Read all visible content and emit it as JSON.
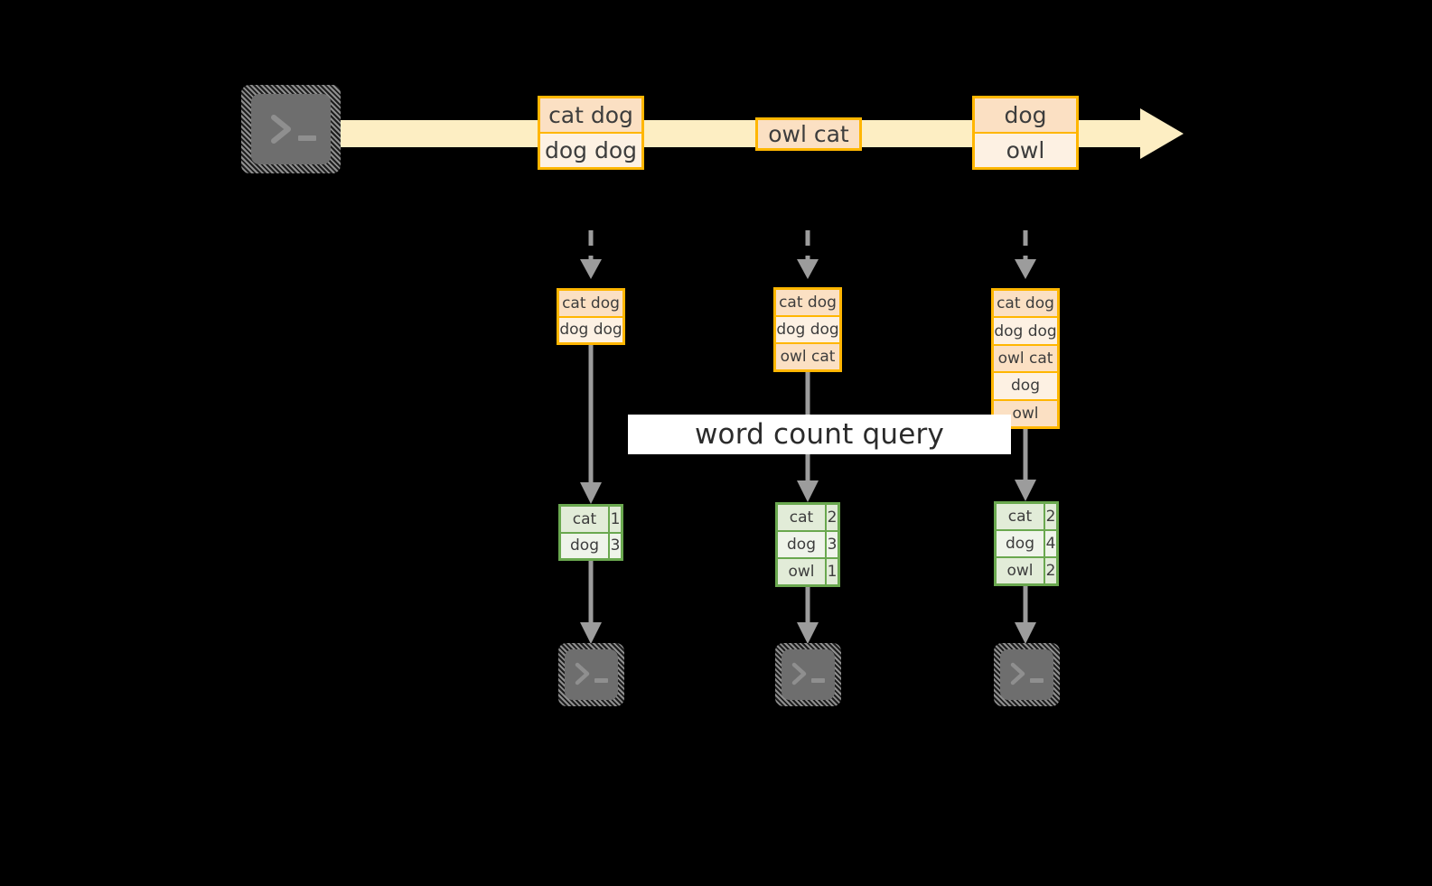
{
  "diagram": {
    "title_label": "word count query",
    "colors": {
      "stream_fill": "#fdeec3",
      "message_border": "#ffb600",
      "message_fill_dark": "#fbe0c3",
      "message_fill_light": "#fdf1e3",
      "table_border": "#6aa84f",
      "table_fill_dark": "#e2ecd8",
      "table_fill_light": "#eff4ea",
      "arrow_gray": "#9c9c9c",
      "terminal_fill": "#6e6e6e",
      "background": "#000000"
    },
    "source_terminal": {
      "icon": "terminal-prompt-icon",
      "glyph": ">_"
    },
    "stream": {
      "name": "event-stream-arrow",
      "messages": [
        {
          "id": "msg-1",
          "lines": [
            "cat dog",
            "dog dog"
          ]
        },
        {
          "id": "msg-2",
          "lines": [
            "owl cat"
          ]
        },
        {
          "id": "msg-3",
          "lines": [
            "dog",
            "owl"
          ]
        }
      ]
    },
    "columns": [
      {
        "id": "col-1",
        "accumulated": {
          "lines": [
            "cat dog",
            "dog dog"
          ]
        },
        "result": {
          "rows": [
            {
              "word": "cat",
              "count": "1"
            },
            {
              "word": "dog",
              "count": "3"
            }
          ]
        },
        "sink_terminal": {
          "icon": "terminal-prompt-icon",
          "glyph": ">_"
        }
      },
      {
        "id": "col-2",
        "accumulated": {
          "lines": [
            "cat dog",
            "dog dog",
            "owl cat"
          ]
        },
        "result": {
          "rows": [
            {
              "word": "cat",
              "count": "2"
            },
            {
              "word": "dog",
              "count": "3"
            },
            {
              "word": "owl",
              "count": "1"
            }
          ]
        },
        "sink_terminal": {
          "icon": "terminal-prompt-icon",
          "glyph": ">_"
        }
      },
      {
        "id": "col-3",
        "accumulated": {
          "lines": [
            "cat dog",
            "dog dog",
            "owl cat",
            "dog",
            "owl"
          ]
        },
        "result": {
          "rows": [
            {
              "word": "cat",
              "count": "2"
            },
            {
              "word": "dog",
              "count": "4"
            },
            {
              "word": "owl",
              "count": "2"
            }
          ]
        },
        "sink_terminal": {
          "icon": "terminal-prompt-icon",
          "glyph": ">_"
        }
      }
    ]
  }
}
